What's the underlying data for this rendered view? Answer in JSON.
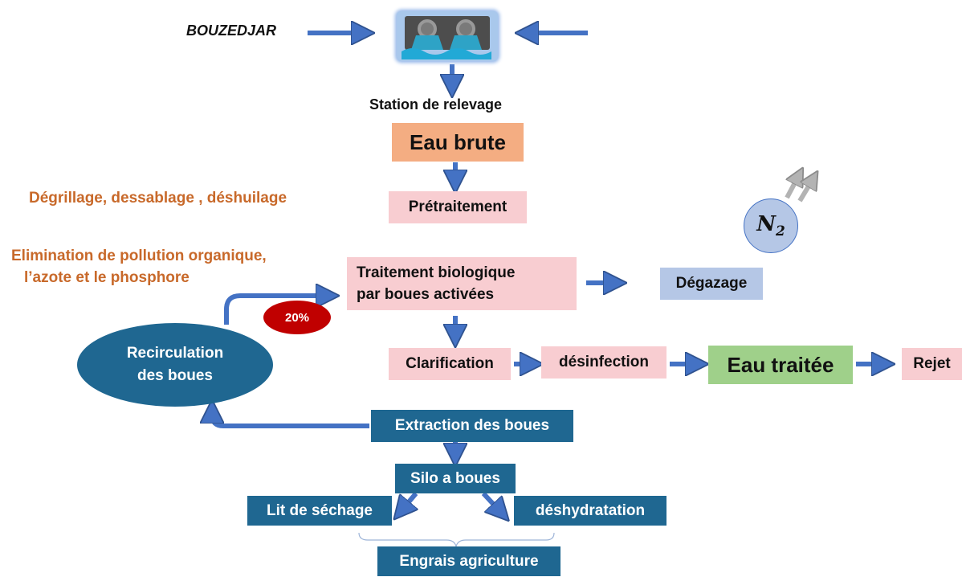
{
  "source_label": "BOUZEDJAR",
  "station_label": "Station de relevage",
  "boxes": {
    "eau_brute": "Eau brute",
    "pretraitement": "Prétraitement",
    "traitement_line1": "Traitement biologique",
    "traitement_line2": "par boues activées",
    "degazage": "Dégazage",
    "clarification": "Clarification",
    "desinfection": "désinfection",
    "eau_traitee": "Eau traitée",
    "rejet": "Rejet",
    "recirculation_line1": "Recirculation",
    "recirculation_line2": "des boues",
    "extraction": "Extraction des boues",
    "silo": "Silo a boues",
    "lit_sechage": "Lit de séchage",
    "deshydratation": "déshydratation",
    "engrais": "Engrais agriculture"
  },
  "notes": {
    "pretraitement_note": "Dégrillage, dessablage , déshuilage",
    "bio_note_line1": "Elimination de pollution organique,",
    "bio_note_line2": "l’azote et le phosphore"
  },
  "badge": "20%",
  "gas": {
    "base": "N",
    "subscript": "2"
  },
  "colors": {
    "arrow": "#4472c4",
    "pink": "#f8cdd1",
    "orange": "#f4ad82",
    "green": "#9fd08a",
    "light_blue": "#b5c7e6",
    "dark_blue": "#1f6791",
    "badge_red": "#c00000",
    "note_orange": "#c8692a"
  }
}
